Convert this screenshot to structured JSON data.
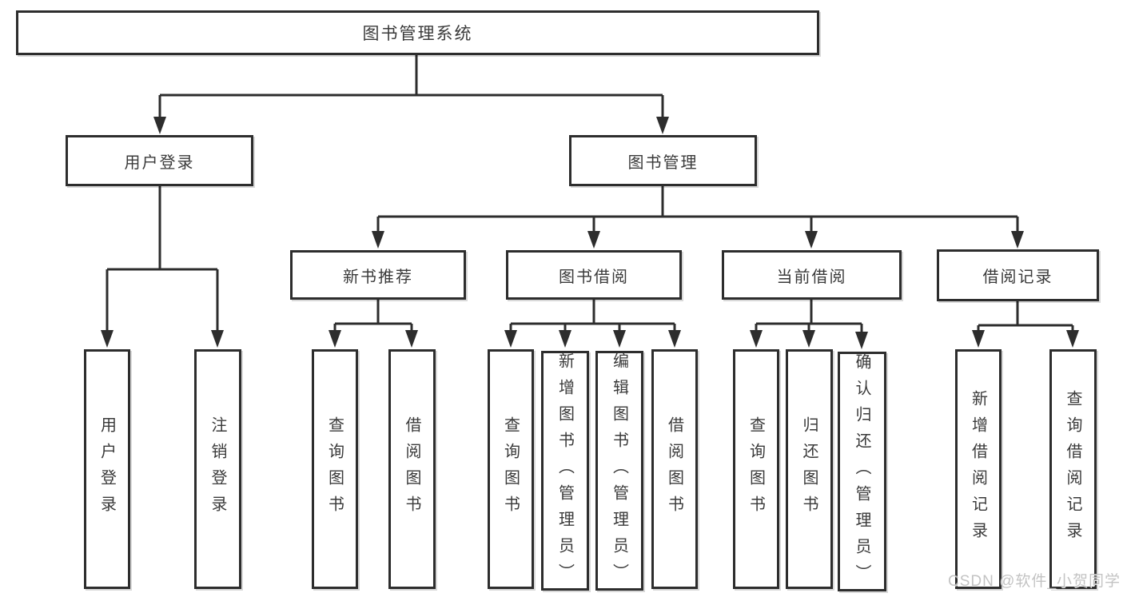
{
  "colors": {
    "line": "#2d2d2d",
    "text": "#3a3a3a",
    "box_fill": "#ffffff",
    "watermark_text": "#bdbdbd",
    "background": "#ffffff"
  },
  "watermark": {
    "text": "CSDN @软件_小贺同学"
  },
  "tree": {
    "label": "图书管理系统",
    "children": [
      {
        "label": "用户登录",
        "children": [
          {
            "label": "用户登录"
          },
          {
            "label": "注销登录"
          }
        ]
      },
      {
        "label": "图书管理",
        "children": [
          {
            "label": "新书推荐",
            "children": [
              {
                "label": "查询图书"
              },
              {
                "label": "借阅图书"
              }
            ]
          },
          {
            "label": "图书借阅",
            "children": [
              {
                "label": "查询图书"
              },
              {
                "label": "新增图书（管理员）"
              },
              {
                "label": "编辑图书（管理员）"
              },
              {
                "label": "借阅图书"
              }
            ]
          },
          {
            "label": "当前借阅",
            "children": [
              {
                "label": "查询图书"
              },
              {
                "label": "归还图书"
              },
              {
                "label": "确认归还（管理员）"
              }
            ]
          },
          {
            "label": "借阅记录",
            "children": [
              {
                "label": "新增借阅记录"
              },
              {
                "label": "查询借阅记录"
              }
            ]
          }
        ]
      }
    ]
  }
}
